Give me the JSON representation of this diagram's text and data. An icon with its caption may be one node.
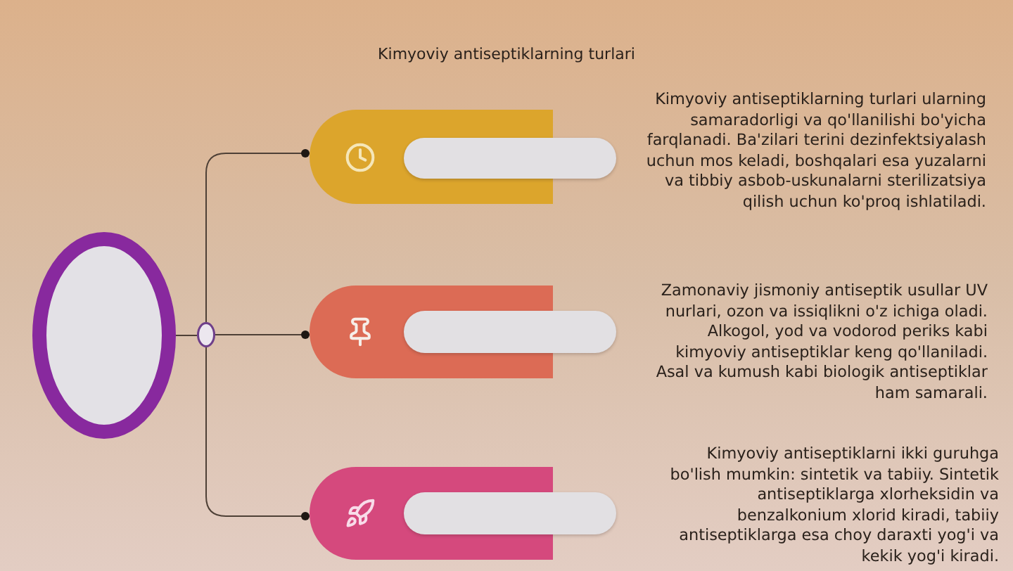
{
  "diagram": {
    "title": "Kimyoviy antiseptiklarning turlari",
    "nodes": [
      {
        "text": [],
        "shape": "ellipse"
      },
      {
        "text": [],
        "shape": "ellipse"
      },
      {
        "text": [],
        "shape": "box"
      },
      {
        "text": [],
        "shape": "bar",
        "beside": [
          "Kimyoviy antiseptiklarning turlari ularning samaradorligi va qo'llanilishi bo'yicha farqlanadi. Ba'zilari terini dezinfektsiyalash uchun mos keladi, boshqalari esa yuzalarni va tibbiy asbob-uskunalarni sterilizatsiya qilish uchun ko'proq ishlatiladi."
        ]
      },
      {
        "text": [],
        "shape": "box"
      },
      {
        "text": [],
        "shape": "bar",
        "beside": [
          "Zamonaviy jismoniy antiseptik usullar UV nurlari, ozon va issiqlikni o'z ichiga oladi. Alkogol, yod va vodorod periks kabi kimyoviy antiseptiklar keng qo'llaniladi. Asal va kumush kabi biologik antiseptiklar ham samarali."
        ]
      },
      {
        "text": [],
        "shape": "box"
      },
      {
        "text": [],
        "shape": "bar",
        "beside": [
          "Kimyoviy antiseptiklarni ikki guruhga bo'lish mumkin: sintetik va tabiiy. Sintetik antiseptiklarga xlorheksidin va benzalkonium xlorid kiradi, tabiiy antiseptiklarga esa choy daraxti yog'i va kekik yog'i kiradi."
        ]
      }
    ],
    "edges": [
      {
        "from": 0,
        "to": 1,
        "arrow": "none"
      },
      {
        "from": 1,
        "to": 2,
        "arrow": "other"
      },
      {
        "from": 1,
        "to": 4,
        "arrow": "other"
      },
      {
        "from": 1,
        "to": 6,
        "arrow": "other"
      }
    ]
  }
}
